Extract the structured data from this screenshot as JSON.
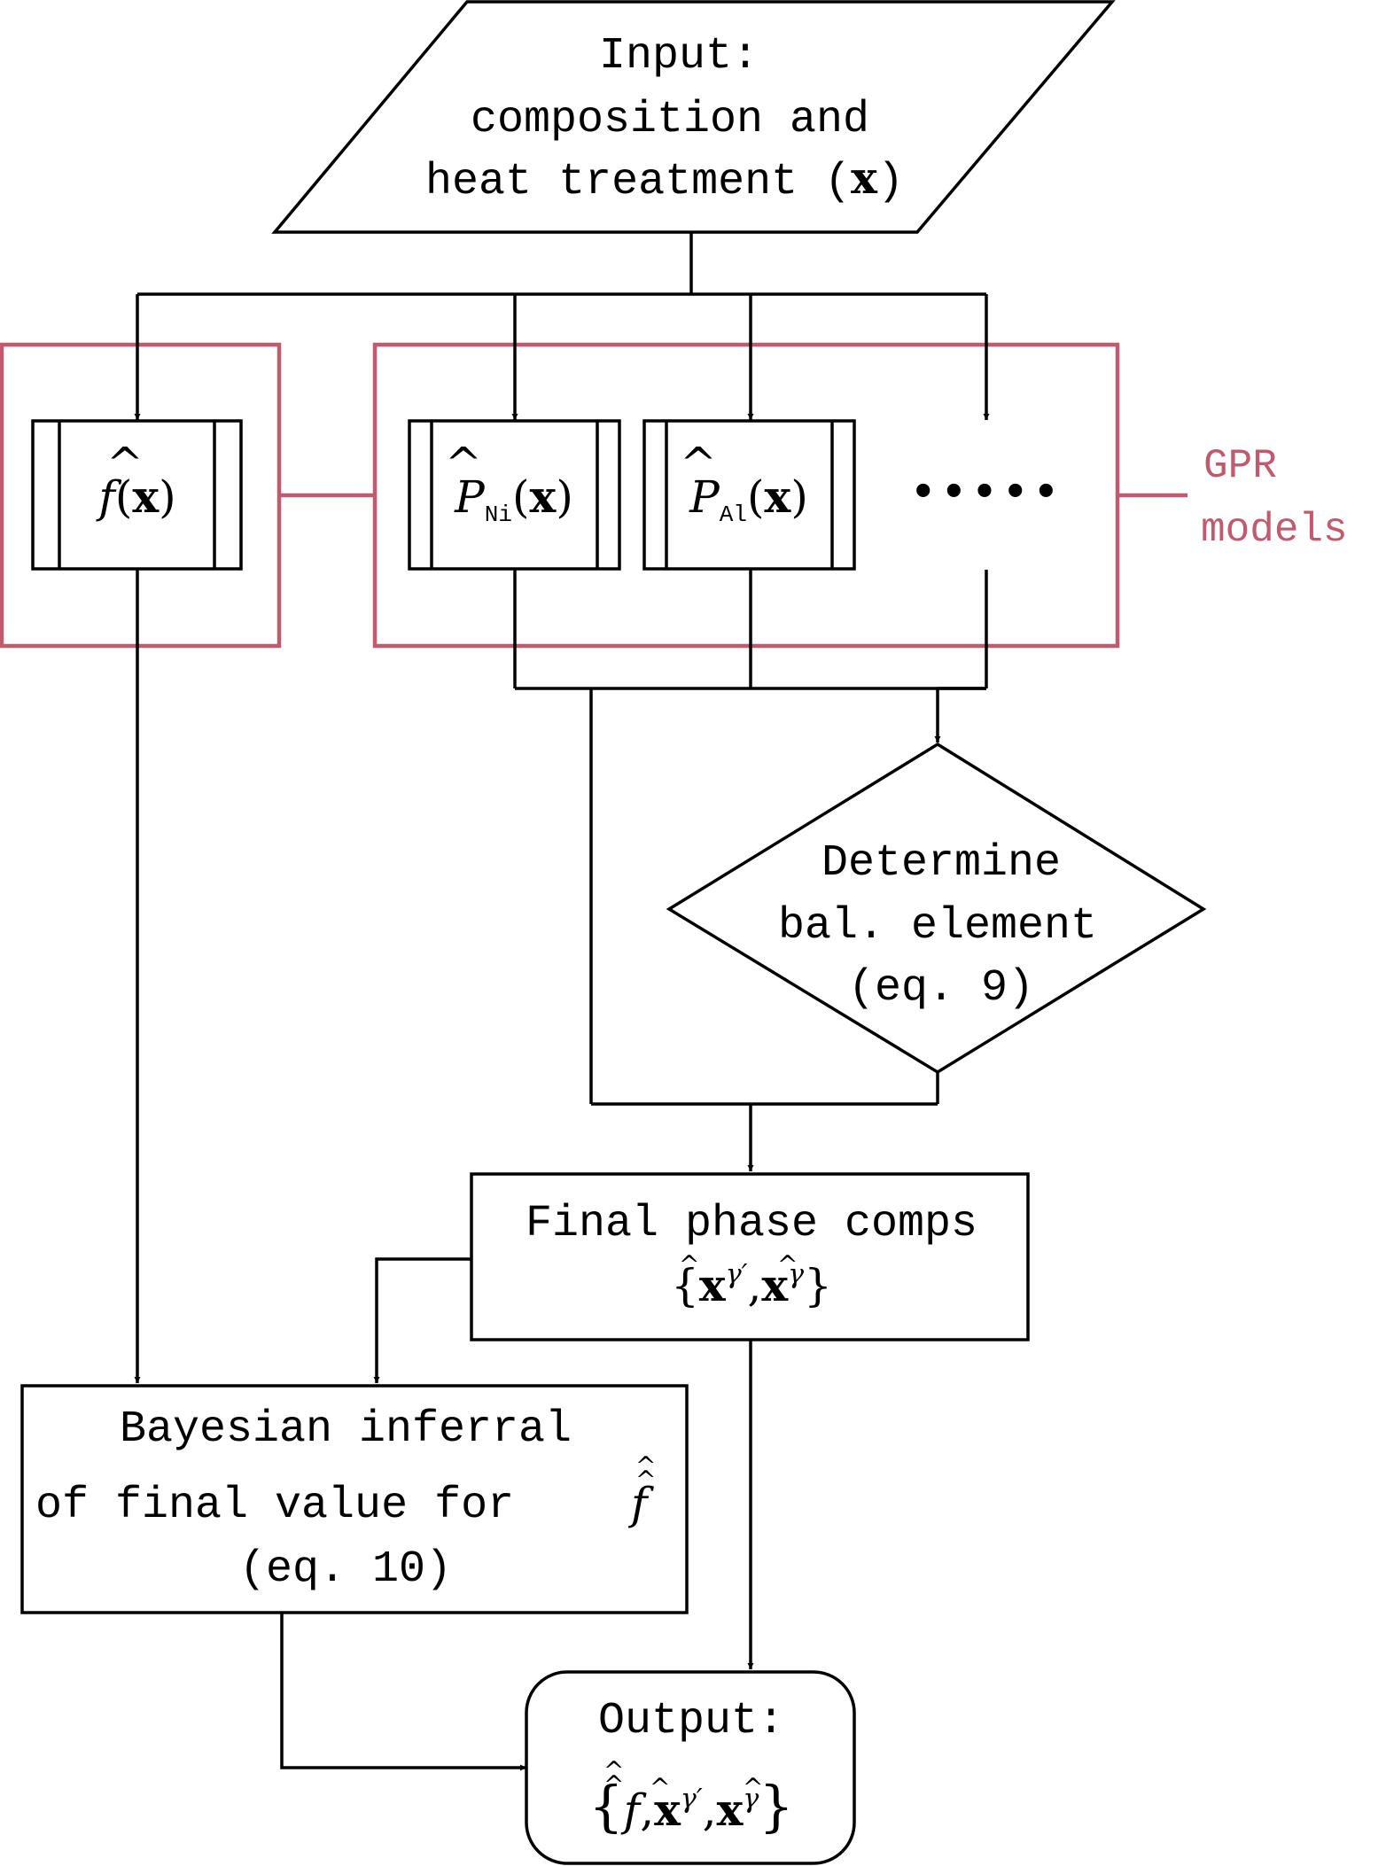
{
  "colors": {
    "line": "#000000",
    "gpr": "#c05a6e",
    "background": "#ffffff"
  },
  "input_node": {
    "line1": "Input:",
    "line2": "composition and",
    "line3_prefix": "heat treatment (",
    "line3_var": "x",
    "line3_suffix": ")"
  },
  "models": {
    "f": {
      "symbol": "f",
      "open": "(",
      "arg": "x",
      "close": ")"
    },
    "p_ni": {
      "symbol": "P",
      "sub": "Ni",
      "open": "(",
      "arg": "x",
      "close": ")"
    },
    "p_al": {
      "symbol": "P",
      "sub": "Al",
      "open": "(",
      "arg": "x",
      "close": ")"
    },
    "ellipsis": "•••••"
  },
  "gpr_label": {
    "line1": "GPR",
    "line2": "models"
  },
  "determine_node": {
    "line1": "Determine",
    "line2": "bal. element",
    "line3": "(eq. 9)"
  },
  "final_phase_node": {
    "line1": "Final phase comps",
    "open_brace": "{",
    "x1": "x",
    "sup1": "γ′",
    "comma": ",",
    "x2": "x",
    "sup2": "γ",
    "close_brace": "}"
  },
  "bayesian_node": {
    "line1": "Bayesian inferral",
    "line2": "of final value for",
    "symbol": "f",
    "line3": "(eq. 10)"
  },
  "output_node": {
    "line1": "Output:",
    "open_brace": "{",
    "f": "f",
    "comma1": ",",
    "x1": "x",
    "sup1": "γ′",
    "comma2": ",",
    "x2": "x",
    "sup2": "γ",
    "close_brace": "}"
  }
}
